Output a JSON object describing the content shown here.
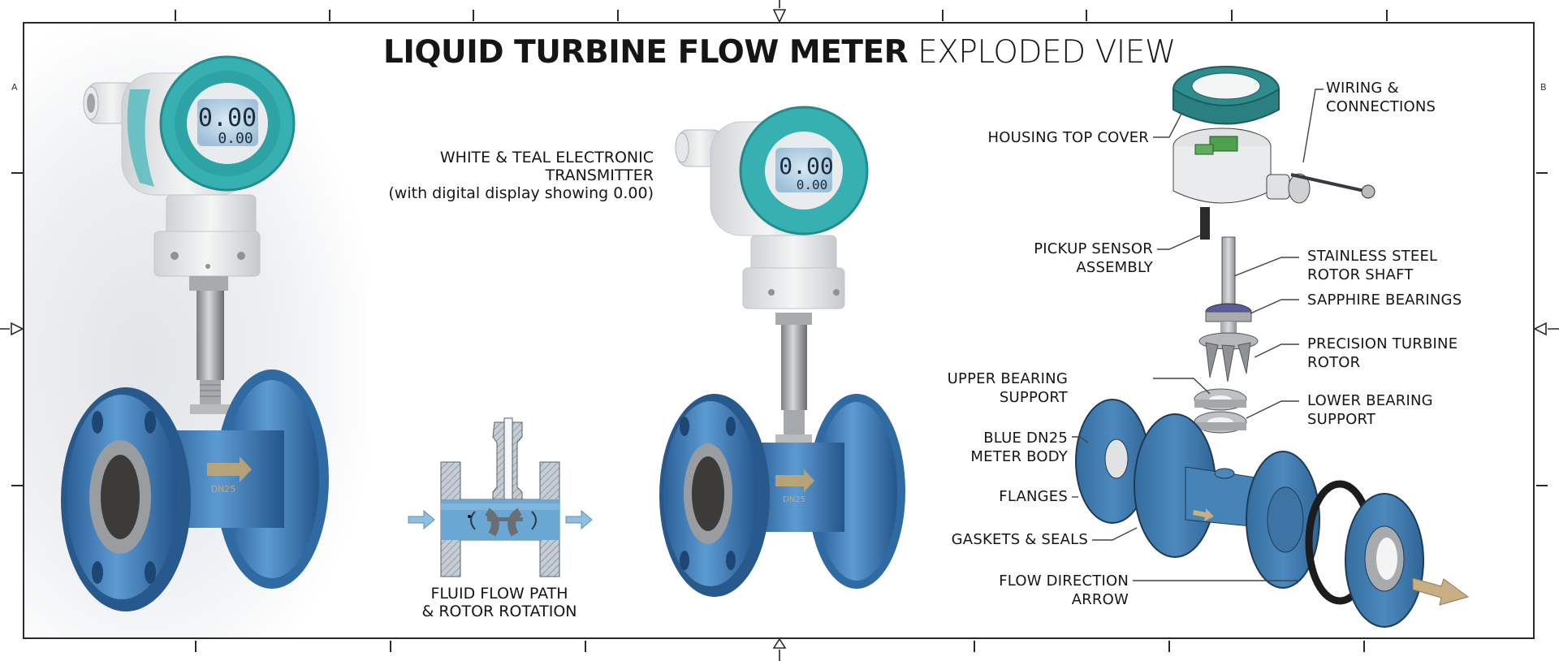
{
  "title": {
    "bold": "LIQUID TURBINE FLOW METER",
    "light": "EXPLODED VIEW"
  },
  "frame": {
    "zone_left": "A",
    "zone_right": "B"
  },
  "captions": {
    "transmitter_line1": "WHITE & TEAL ELECTRONIC TRANSMITTER",
    "transmitter_line2": "(with digital display showing 0.00)",
    "flow_line1": "FLUID FLOW PATH",
    "flow_line2": "& ROTOR ROTATION"
  },
  "displays": {
    "meter1_main": "0.00",
    "meter1_sub": "0.00",
    "meter2_main": "0.00",
    "meter2_sub": "0.00",
    "body_marking": "DN25"
  },
  "callouts": {
    "housing_top_cover": "HOUSING TOP COVER",
    "wiring_line1": "WIRING &",
    "wiring_line2": "CONNECTIONS",
    "pickup_line1": "PICKUP SENSOR",
    "pickup_line2": "ASSEMBLY",
    "shaft_line1": "STAINLESS STEEL",
    "shaft_line2": "ROTOR SHAFT",
    "sapphire_bearings": "SAPPHIRE BEARINGS",
    "rotor_line1": "PRECISION TURBINE",
    "rotor_line2": "ROTOR",
    "upper_bearing_line1": "UPPER BEARING",
    "upper_bearing_line2": "SUPPORT",
    "lower_bearing_line1": "LOWER BEARING",
    "lower_bearing_line2": "SUPPORT",
    "body_line1": "BLUE DN25",
    "body_line2": "METER BODY",
    "flanges": "FLANGES",
    "gaskets": "GASKETS & SEALS",
    "flow_arrow_line1": "FLOW DIRECTION",
    "flow_arrow_line2": "ARROW"
  },
  "colors": {
    "teal": "#2fa3a3",
    "teal_dark": "#1f6f73",
    "body_blue": "#3f7fb5",
    "lcd": "#b9d4e6",
    "arrow_tan": "#c9ae84",
    "frame": "#2a2a2a"
  }
}
